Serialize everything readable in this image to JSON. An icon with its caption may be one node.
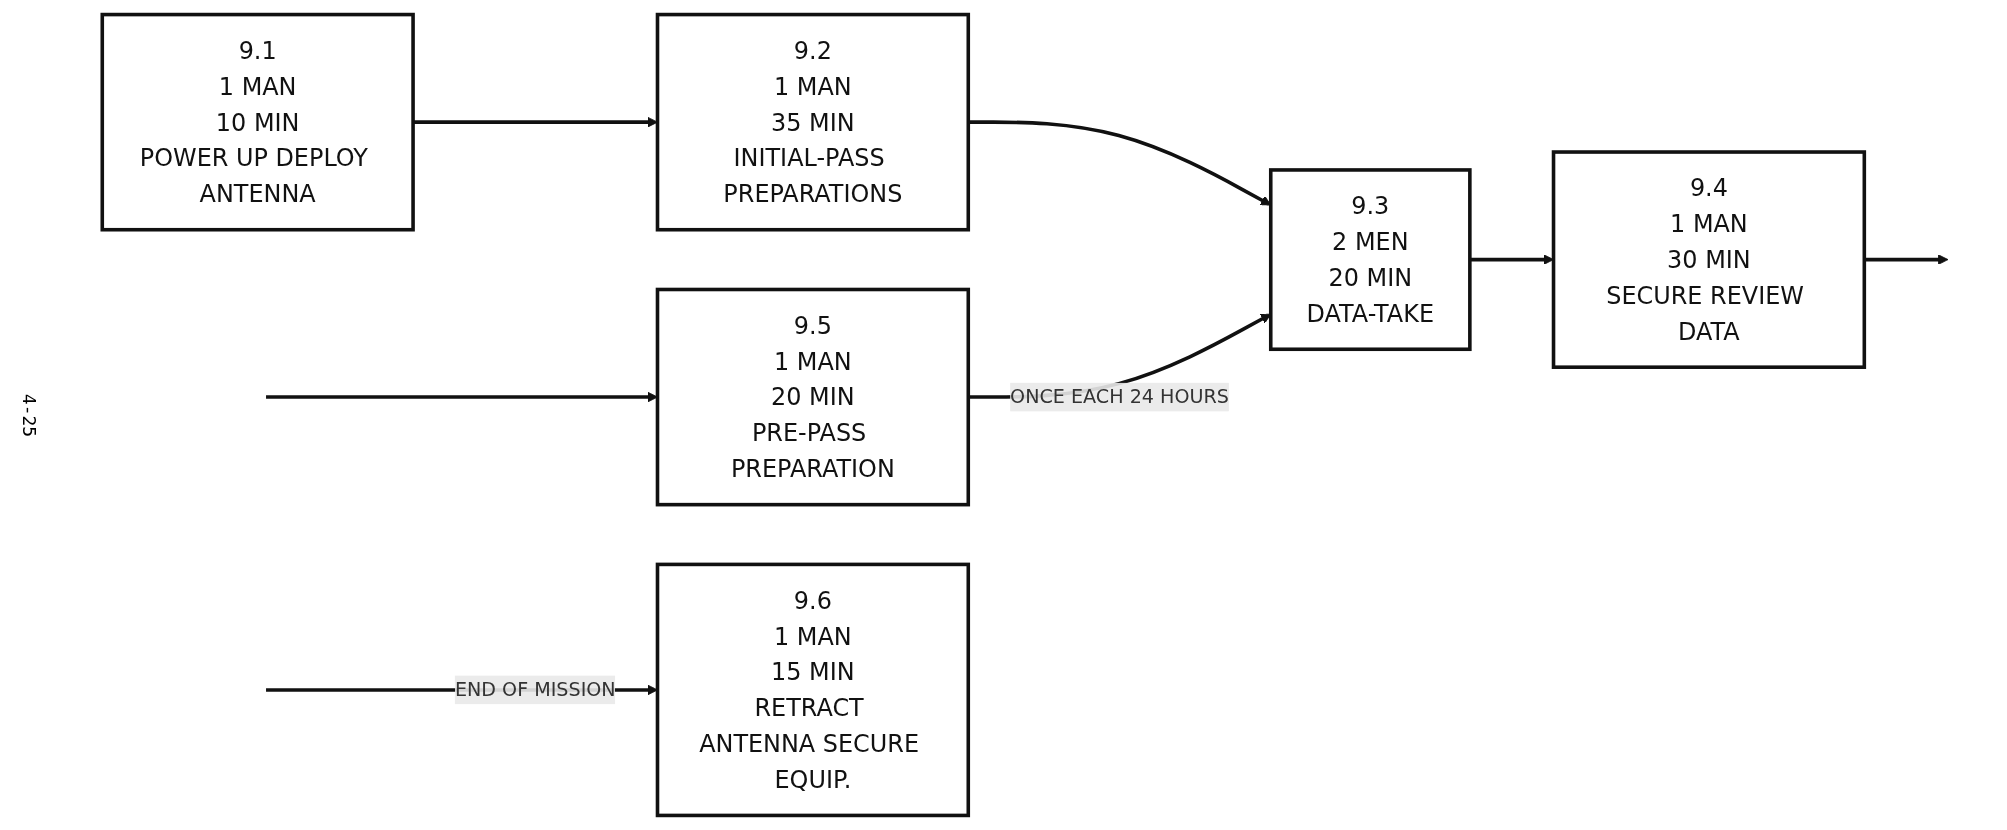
{
  "diagram": {
    "nodes": [
      {
        "text": [
          "9.1",
          "1 MAN",
          "10 MIN",
          "POWER UP DEPLOY ANTENNA"
        ]
      },
      {
        "text": [
          "9.2",
          "1 MAN",
          "35 MIN",
          "INITIAL-PASS PREPARATIONS"
        ]
      },
      {
        "text": [
          "9.3",
          "2 MEN",
          "20 MIN",
          "DATA-TAKE"
        ]
      },
      {
        "text": [
          "9.4",
          "1 MAN",
          "30 MIN",
          "SECURE REVIEW DATA"
        ]
      },
      {
        "text": [
          "9.5",
          "1 MAN",
          "20 MIN",
          "PRE-PASS PREPARATION"
        ]
      },
      {
        "text": [
          "9.6",
          "1 MAN",
          "15 MIN",
          "RETRACT ANTENNA SECURE EQUIP."
        ]
      }
    ],
    "edges": [
      {
        "from": 0,
        "to": 1,
        "arrow": "to"
      },
      {
        "from": 1,
        "to": 2,
        "arrow": "to"
      },
      {
        "from": 2,
        "to": 3,
        "arrow": "to"
      },
      {
        "from": 3,
        "to": null,
        "arrow": "to"
      },
      {
        "from": null,
        "to": 4,
        "arrow": "to"
      },
      {
        "from": 4,
        "to": 2,
        "arrow": "to",
        "label": "ONCE EACH 24 HOURS"
      },
      {
        "from": null,
        "to": 5,
        "arrow": "to",
        "label": "END OF MISSION"
      }
    ],
    "labels": [
      "4-25"
    ]
  }
}
